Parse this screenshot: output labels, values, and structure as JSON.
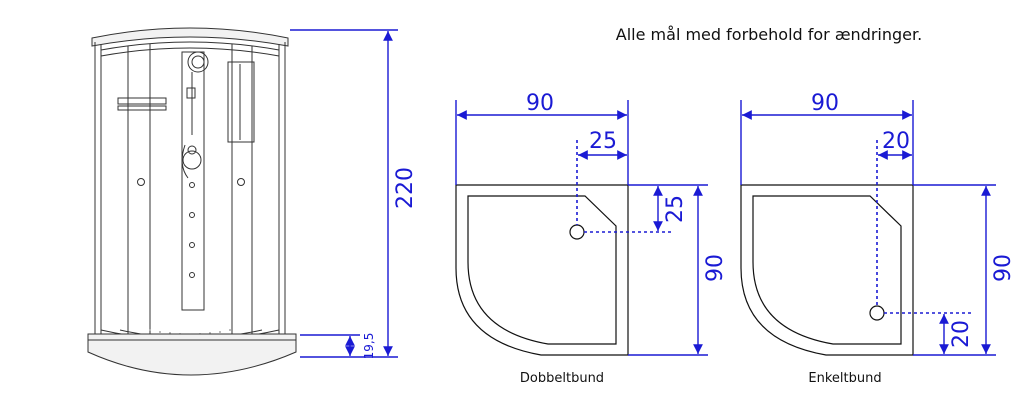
{
  "note": "Alle mål med forbehold for ændringer.",
  "cabin": {
    "height_label": "220",
    "base_label": "19,5"
  },
  "tray_double": {
    "caption": "Dobbeltbund",
    "width_label": "90",
    "depth_label": "90",
    "drain_x_label": "25",
    "drain_y_label": "25"
  },
  "tray_single": {
    "caption": "Enkeltbund",
    "width_label": "90",
    "depth_label": "90",
    "drain_x_label": "20",
    "drain_y_label": "20"
  },
  "colors": {
    "dimension": "#1a1ad4",
    "outline": "#111111"
  }
}
